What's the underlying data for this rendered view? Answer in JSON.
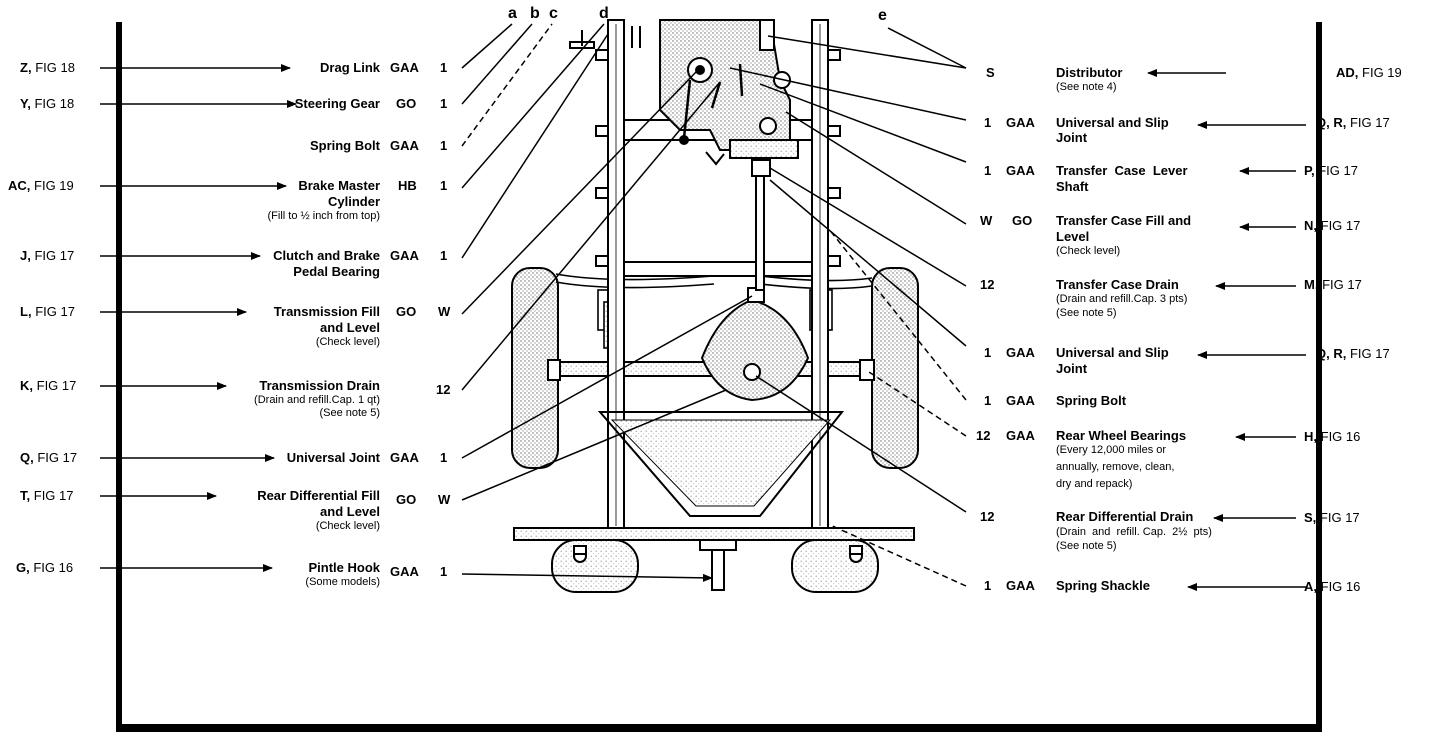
{
  "top_letters": {
    "a": "a",
    "b": "b",
    "c": "c",
    "d": "d",
    "e": "e"
  },
  "left": [
    {
      "ref_letter": "Z,",
      "ref_fig": "FIG 18",
      "title": [
        "Drag Link"
      ],
      "note": [],
      "lube": "GAA",
      "interval": "1"
    },
    {
      "ref_letter": "Y,",
      "ref_fig": "FIG 18",
      "title": [
        "Steering Gear"
      ],
      "note": [],
      "lube": "GO",
      "interval": "1"
    },
    {
      "ref_letter": "",
      "ref_fig": "",
      "title": [
        "Spring Bolt"
      ],
      "note": [],
      "lube": "GAA",
      "interval": "1"
    },
    {
      "ref_letter": "AC,",
      "ref_fig": "FIG 19",
      "title": [
        "Brake Master",
        "Cylinder"
      ],
      "note": [
        "(Fill to ½ inch from top)"
      ],
      "lube": "HB",
      "interval": "1"
    },
    {
      "ref_letter": "J,",
      "ref_fig": "FIG 17",
      "title": [
        "Clutch and Brake",
        "Pedal Bearing"
      ],
      "note": [],
      "lube": "GAA",
      "interval": "1"
    },
    {
      "ref_letter": "L,",
      "ref_fig": "FIG 17",
      "title": [
        "Transmission Fill",
        "and Level"
      ],
      "note": [
        "(Check level)"
      ],
      "lube": "GO",
      "interval": "W"
    },
    {
      "ref_letter": "K,",
      "ref_fig": "FIG 17",
      "title": [
        "Transmission Drain"
      ],
      "note": [
        "(Drain and refill.Cap. 1 qt)",
        "(See note 5)"
      ],
      "lube": "",
      "interval": "12"
    },
    {
      "ref_letter": "Q,",
      "ref_fig": "FIG 17",
      "title": [
        "Universal Joint"
      ],
      "note": [],
      "lube": "GAA",
      "interval": "1"
    },
    {
      "ref_letter": "T,",
      "ref_fig": "FIG 17",
      "title": [
        "Rear Differential Fill",
        "and Level"
      ],
      "note": [
        "(Check level)"
      ],
      "lube": "GO",
      "interval": "W"
    },
    {
      "ref_letter": "G,",
      "ref_fig": "FIG 16",
      "title": [
        "Pintle Hook"
      ],
      "note": [
        "(Some models)"
      ],
      "lube": "GAA",
      "interval": "1"
    }
  ],
  "right": [
    {
      "interval": "S",
      "lube": "",
      "title": [
        "Distributor"
      ],
      "note": [
        "(See note 4)"
      ],
      "ref_letter": "AD,",
      "ref_fig": "FIG 19"
    },
    {
      "interval": "1",
      "lube": "GAA",
      "title": [
        "Universal and Slip",
        "Joint"
      ],
      "note": [],
      "ref_letter": "Q, R,",
      "ref_fig": "FIG 17"
    },
    {
      "interval": "1",
      "lube": "GAA",
      "title": [
        "Transfer  Case  Lever",
        "Shaft"
      ],
      "note": [],
      "ref_letter": "P,",
      "ref_fig": "FIG 17"
    },
    {
      "interval": "W",
      "lube": "GO",
      "title": [
        "Transfer Case Fill and",
        "Level"
      ],
      "note": [
        "(Check level)"
      ],
      "ref_letter": "N,",
      "ref_fig": "FIG 17"
    },
    {
      "interval": "12",
      "lube": "",
      "title": [
        "Transfer Case Drain"
      ],
      "note": [
        "(Drain and refill.Cap. 3 pts)",
        "(See note 5)"
      ],
      "ref_letter": "M,",
      "ref_fig": "FIG 17"
    },
    {
      "interval": "1",
      "lube": "GAA",
      "title": [
        "Universal and Slip",
        "Joint"
      ],
      "note": [],
      "ref_letter": "Q, R,",
      "ref_fig": "FIG 17"
    },
    {
      "interval": "1",
      "lube": "GAA",
      "title": [
        "Spring Bolt"
      ],
      "note": [],
      "ref_letter": "",
      "ref_fig": ""
    },
    {
      "interval": "12",
      "lube": "GAA",
      "title": [
        "Rear Wheel Bearings"
      ],
      "note": [
        "(Every 12,000 miles or",
        "annually, remove, clean,",
        "dry and repack)"
      ],
      "ref_letter": "H,",
      "ref_fig": "FIG 16"
    },
    {
      "interval": "12",
      "lube": "",
      "title": [
        "Rear Differential Drain"
      ],
      "note": [
        "(Drain  and  refill. Cap.  2½  pts)",
        "(See note 5)"
      ],
      "ref_letter": "S,",
      "ref_fig": "FIG 17"
    },
    {
      "interval": "1",
      "lube": "GAA",
      "title": [
        "Spring Shackle"
      ],
      "note": [],
      "ref_letter": "A,",
      "ref_fig": "FIG 16"
    }
  ]
}
